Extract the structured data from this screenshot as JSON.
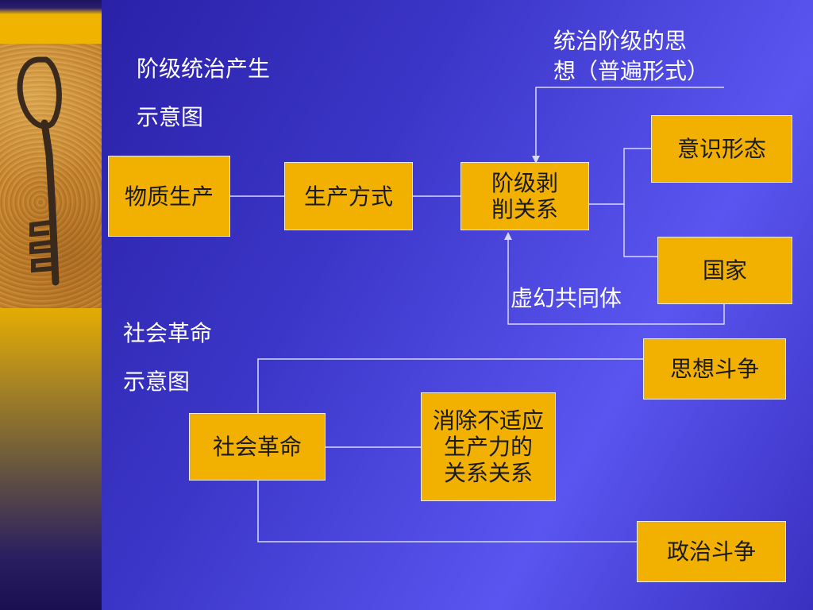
{
  "slide": {
    "title_top_line1": "阶级统治产生",
    "title_top_line2": "示意图",
    "title_bottom_line1": "社会革命",
    "title_bottom_line2": "示意图",
    "ruling_idea_line1": "统治阶级的思",
    "ruling_idea_line2": "想（普遍形式）",
    "illusory_community": "虚幻共同体"
  },
  "boxes": {
    "material_production": "物质生产",
    "mode_of_production": "生产方式",
    "class_exploitation_line1": "阶级剥",
    "class_exploitation_line2": "削关系",
    "ideology": "意识形态",
    "state": "国家",
    "social_revolution": "社会革命",
    "eliminate_line1": "消除不适应",
    "eliminate_line2": "生产力的",
    "eliminate_line3": "关系关系",
    "ideological_struggle": "思想斗争",
    "political_struggle": "政治斗争"
  },
  "colors": {
    "box_fill": "#f2b100",
    "slide_bg": "#3c36c8",
    "text_light": "#ffffff"
  },
  "icons": {
    "key_photo": "key-icon"
  }
}
